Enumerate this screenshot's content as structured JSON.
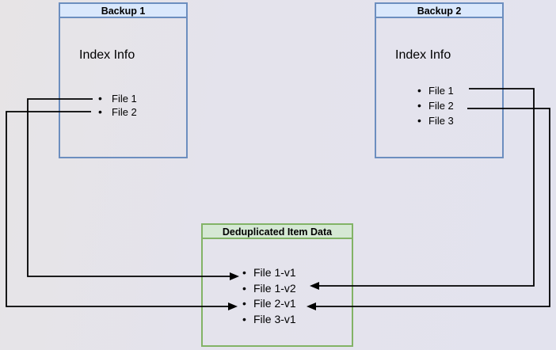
{
  "colors": {
    "page_bg": "#e4e3ec",
    "backup_header_bg": "#dae8fc",
    "backup_border": "#6c8ebf",
    "dedup_header_bg": "#d5e8d4",
    "dedup_border": "#82b366",
    "connector": "#000000",
    "text": "#000000"
  },
  "boxes": {
    "backup1": {
      "title": "Backup 1",
      "subtitle": "Index Info",
      "items": [
        "File 1",
        "File 2"
      ]
    },
    "backup2": {
      "title": "Backup 2",
      "subtitle": "Index Info",
      "items": [
        "File 1",
        "File 2",
        "File 3"
      ]
    },
    "dedup": {
      "title": "Deduplicated Item Data",
      "items": [
        "File 1-v1",
        "File 1-v2",
        "File 2-v1",
        "File 3-v1"
      ]
    }
  },
  "connections": [
    {
      "from": "Backup 1 / File 1",
      "to": "File 1-v1"
    },
    {
      "from": "Backup 1 / File 2",
      "to": "File 2-v1"
    },
    {
      "from": "Backup 2 / File 1",
      "to": "File 1-v2"
    },
    {
      "from": "Backup 2 / File 2",
      "to": "File 2-v1"
    }
  ]
}
